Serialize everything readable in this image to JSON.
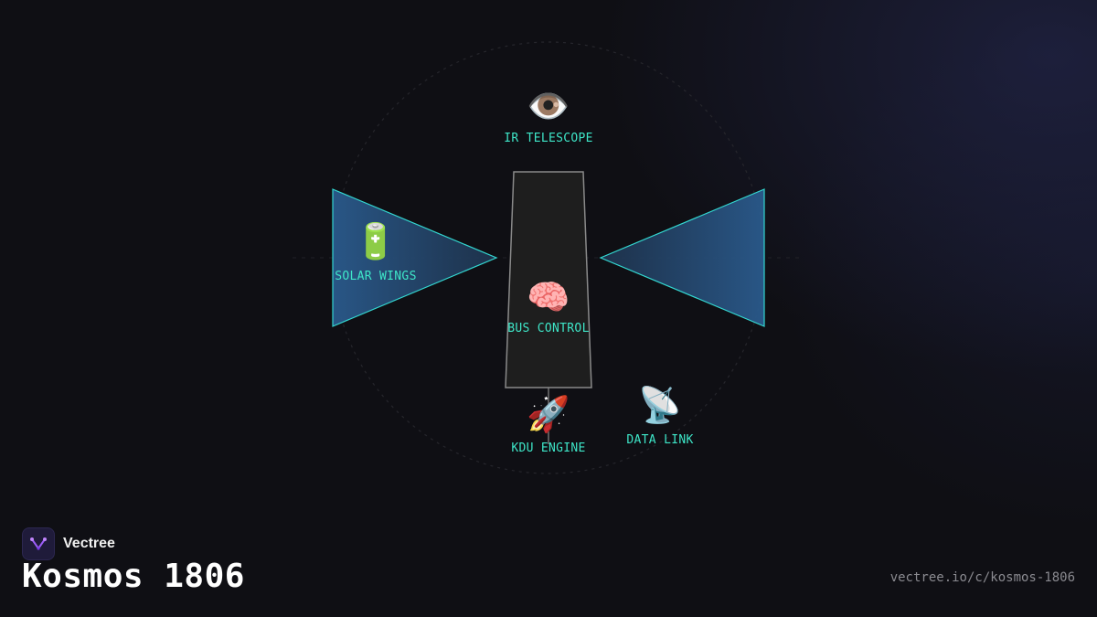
{
  "diagram": {
    "components": [
      {
        "key": "telescope",
        "icon": "eye-icon",
        "glyph": "👁️",
        "label": "IR TELESCOPE"
      },
      {
        "key": "solar",
        "icon": "battery-icon",
        "glyph": "🔋",
        "label": "SOLAR WINGS"
      },
      {
        "key": "bus",
        "icon": "brain-icon",
        "glyph": "🧠",
        "label": "BUS CONTROL"
      },
      {
        "key": "engine",
        "icon": "rocket-icon",
        "glyph": "🚀",
        "label": "KDU ENGINE"
      },
      {
        "key": "datalink",
        "icon": "satellite-dish-icon",
        "glyph": "📡",
        "label": "DATA LINK"
      }
    ],
    "colors": {
      "label": "#3ee6c8",
      "wing_fill": "#2a5a8c",
      "wing_stroke": "#33d6d0",
      "bus_fill": "#1e1e1e",
      "bus_stroke": "#8a8a8a"
    }
  },
  "brand": {
    "name": "Vectree",
    "logo_icon": "vectree-logo-icon"
  },
  "footer": {
    "title": "Kosmos 1806",
    "url": "vectree.io/c/kosmos-1806"
  }
}
